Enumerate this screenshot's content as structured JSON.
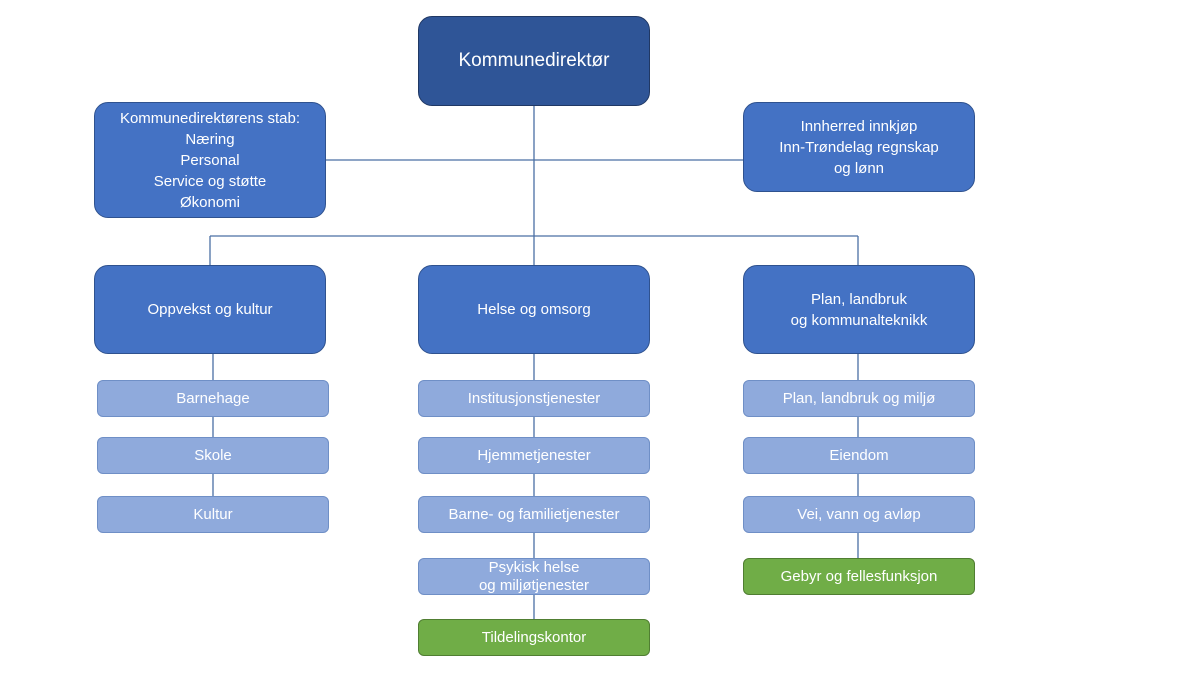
{
  "org": {
    "top": "Kommunedirektør",
    "staff": {
      "title": "Kommunedirektørens stab:",
      "units": [
        "Næring",
        "Personal",
        "Service og støtte",
        "Økonomi"
      ]
    },
    "external": {
      "lines": [
        "Innherred innkjøp",
        "Inn-Trøndelag regnskap",
        "og lønn"
      ]
    },
    "sectors": [
      {
        "lines": [
          "Oppvekst og kultur"
        ],
        "units": [
          {
            "lines": [
              "Barnehage"
            ]
          },
          {
            "lines": [
              "Skole"
            ]
          },
          {
            "lines": [
              "Kultur"
            ]
          }
        ]
      },
      {
        "lines": [
          "Helse og omsorg"
        ],
        "units": [
          {
            "lines": [
              "Institusjonstjenester"
            ]
          },
          {
            "lines": [
              "Hjemmetjenester"
            ]
          },
          {
            "lines": [
              "Barne- og familietjenester"
            ]
          },
          {
            "lines": [
              "Psykisk helse",
              "og miljøtjenester"
            ]
          },
          {
            "lines": [
              "Tildelingskontor"
            ],
            "highlight": true
          }
        ]
      },
      {
        "lines": [
          "Plan, landbruk",
          "og kommunalteknikk"
        ],
        "units": [
          {
            "lines": [
              "Plan, landbruk og miljø"
            ]
          },
          {
            "lines": [
              "Eiendom"
            ]
          },
          {
            "lines": [
              "Vei, vann og avløp"
            ]
          },
          {
            "lines": [
              "Gebyr og fellesfunksjon"
            ],
            "highlight": true
          }
        ]
      }
    ]
  },
  "colors": {
    "top_fill": "#2f5597",
    "main_fill": "#4472c4",
    "sub_fill": "#8faadc",
    "highlight_fill": "#70ad47",
    "connector": "#4a6fa5"
  }
}
